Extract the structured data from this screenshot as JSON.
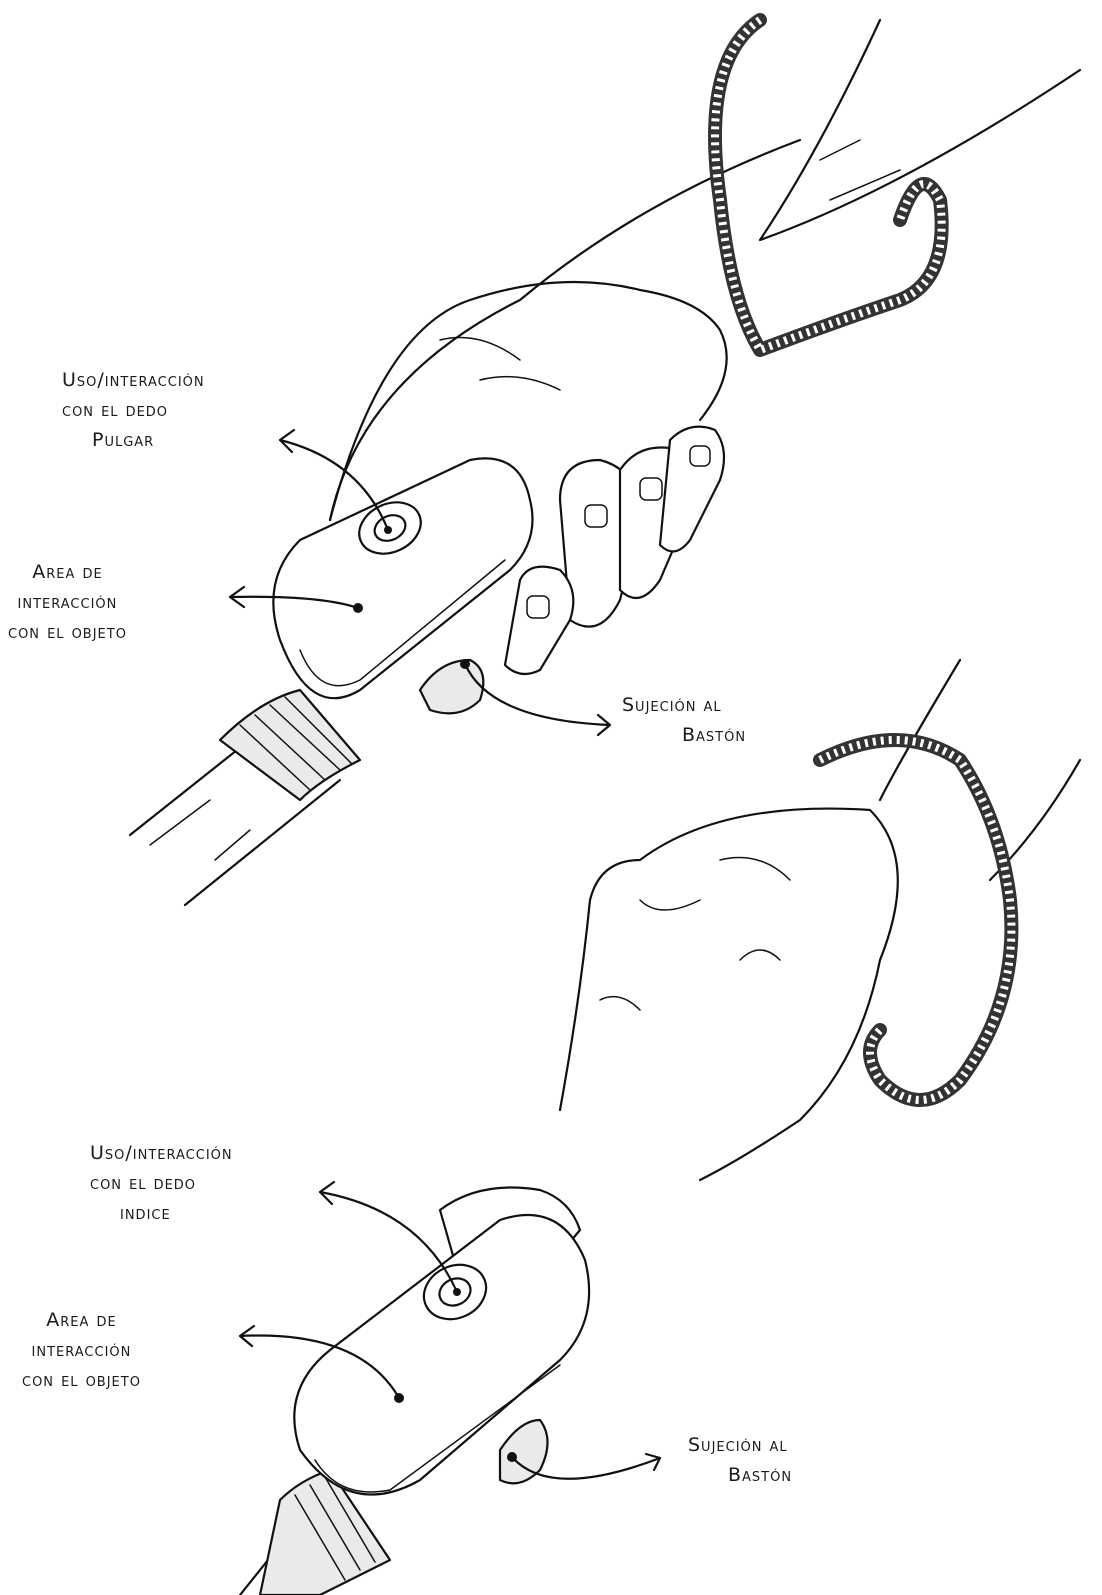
{
  "top_sketch": {
    "thumb_label": [
      "Uso/interacción",
      "con el dedo",
      "Pulgar"
    ],
    "area_label": [
      "Area de",
      "interacción",
      "con el objeto"
    ],
    "grip_label": [
      "Sujeción al",
      "Bastón"
    ]
  },
  "bottom_sketch": {
    "index_label": [
      "Uso/interacción",
      "con el dedo",
      "indice"
    ],
    "area_label": [
      "Area de",
      "interacción",
      "con el objeto"
    ],
    "grip_label": [
      "Sujeción al",
      "Bastón"
    ]
  }
}
